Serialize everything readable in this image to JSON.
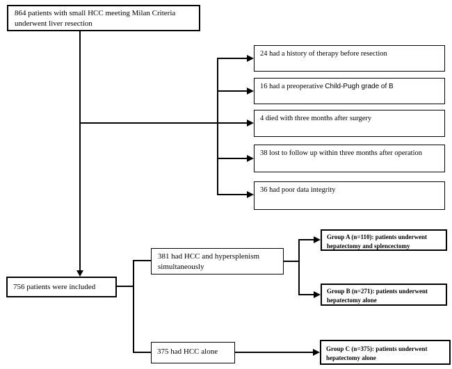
{
  "colors": {
    "line": "#000000",
    "box_border": "#000000",
    "box_background": "#ffffff",
    "text": "#000000",
    "page_background": "#ffffff"
  },
  "flowchart": {
    "top_box": {
      "text": "864 patients with small HCC meeting Milan Criteria underwent liver resection"
    },
    "exclusions": [
      {
        "text": "24 had a history of therapy before resection"
      },
      {
        "part1": "16 had a preoperative ",
        "part2": "Child-Pugh grade of B"
      },
      {
        "text": "4 died with three months after surgery"
      },
      {
        "text": "38 lost to follow up within three months after operation"
      },
      {
        "text": "36 had poor data integrity"
      }
    ],
    "included_box": {
      "text": "756 patients were included"
    },
    "hcc_hypersplenism_box": {
      "text": "381 had HCC and hypersplenism simultaneously"
    },
    "hcc_alone_box": {
      "text": "375 had HCC alone"
    },
    "group_a_box": {
      "text": "Group A (n=110): patients underwent hepatectomy and splencectomy"
    },
    "group_b_box": {
      "text": "Group B (n=271): patients underwent hepatectomy alone"
    },
    "group_c_box": {
      "text": "Group C (n=375): patients underwent hepatectomy alone"
    }
  }
}
